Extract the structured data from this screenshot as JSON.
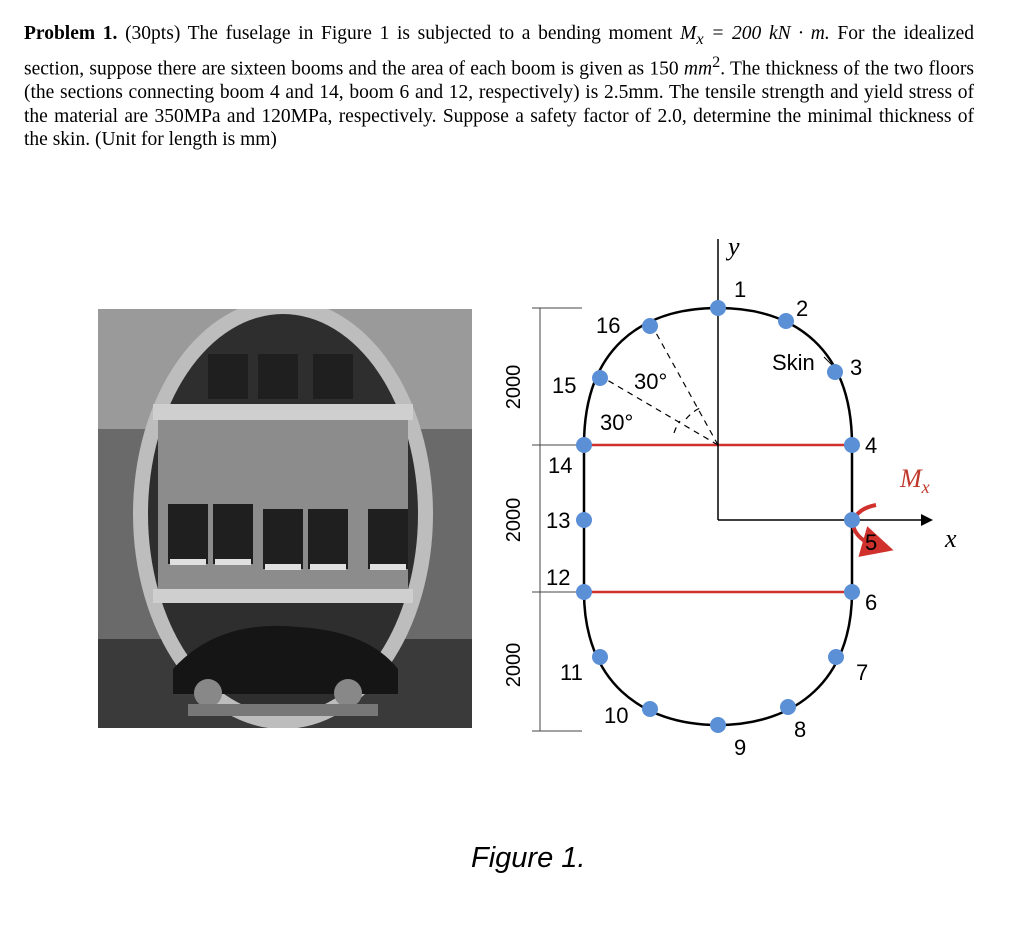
{
  "problem": {
    "heading": "Problem 1.",
    "points": "(30pts)",
    "intro": "The fuselage in Figure 1 is subjected to a bending moment",
    "moment_symbol": "M",
    "moment_sub": "x",
    "moment_value": "= 200 kN · m.",
    "body1": "For the idealized section, suppose there are sixteen booms and the area of each boom is given as 150",
    "area_unit": "mm",
    "area_exp": "2",
    "body2": ". The thickness of the two floors (the sections connecting boom 4 and 14, boom 6 and 12, respectively) is 2.5mm. The tensile strength and yield stress of the material are 350MPa and 120MPa, respectively. Suppose a safety factor of 2.0, determine the minimal thickness of the skin. (Unit for length is mm)"
  },
  "figure": {
    "caption": "Figure 1.",
    "axis_y": "y",
    "axis_x": "x",
    "moment_label": "M",
    "moment_label_sub": "x",
    "skin_label": "Skin",
    "angle_label_1": "30°",
    "angle_label_2": "30°",
    "dimensions": [
      "2000",
      "2000",
      "2000"
    ],
    "booms": [
      {
        "id": "1",
        "label": "1"
      },
      {
        "id": "2",
        "label": "2"
      },
      {
        "id": "3",
        "label": "3"
      },
      {
        "id": "4",
        "label": "4"
      },
      {
        "id": "5",
        "label": "5"
      },
      {
        "id": "6",
        "label": "6"
      },
      {
        "id": "7",
        "label": "7"
      },
      {
        "id": "8",
        "label": "8"
      },
      {
        "id": "9",
        "label": "9"
      },
      {
        "id": "10",
        "label": "10"
      },
      {
        "id": "11",
        "label": "11"
      },
      {
        "id": "12",
        "label": "12"
      },
      {
        "id": "13",
        "label": "13"
      },
      {
        "id": "14",
        "label": "14"
      },
      {
        "id": "15",
        "label": "15"
      },
      {
        "id": "16",
        "label": "16"
      }
    ],
    "colors": {
      "boom": "#5b8fd6",
      "floor": "#d0312d",
      "moment_arrow": "#d0312d",
      "moment_text": "#c0392b"
    }
  }
}
